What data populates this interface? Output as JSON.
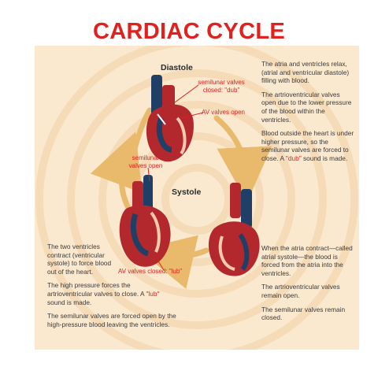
{
  "title": "CARDIAC CYCLE",
  "phases": {
    "diastole": "Diastole",
    "systole": "Systole"
  },
  "labels": {
    "semilunar_closed": "semilunar valves closed: \"dub\"",
    "av_open": "AV valves open",
    "semilunar_open": "semilunar valves open",
    "av_closed": "AV valves closed: \"lub\""
  },
  "text_right_top": {
    "p1": "The atria and ventricles relax, (atrial and ventricular diastole) filling with blood.",
    "p2": "The artrioventricular valves open due to the lower pressure of the blood within the ventricles.",
    "p3_a": "Blood outside the heart is under higher pressure, so the semilunar valves are forced to close. A ",
    "p3_red": "\"dub\"",
    "p3_b": " sound is made."
  },
  "text_right_bottom": {
    "p1": "When the atria contract—called atrial systole—the blood is forced from the atria into the ventricles.",
    "p2": "The artrioventricular valves remain open.",
    "p3": "The semilunar valves remain closed."
  },
  "text_left_bottom": {
    "p1": "The two ventricles contract (ventricular systole) to force blood out of the heart.",
    "p2_a": "The high pressure forces the artrioventricular valves to close. A ",
    "p2_red": "\"lub\"",
    "p2_b": " sound is made.",
    "p3": "The semilunar valves are forced open by the high-pressure blood leaving the ventricles."
  },
  "colors": {
    "title": "#e0211d",
    "panel": "#fbe9cf",
    "arrow": "#e9b96c",
    "heart_red": "#b3282d",
    "vessel_blue": "#1f3f66"
  }
}
